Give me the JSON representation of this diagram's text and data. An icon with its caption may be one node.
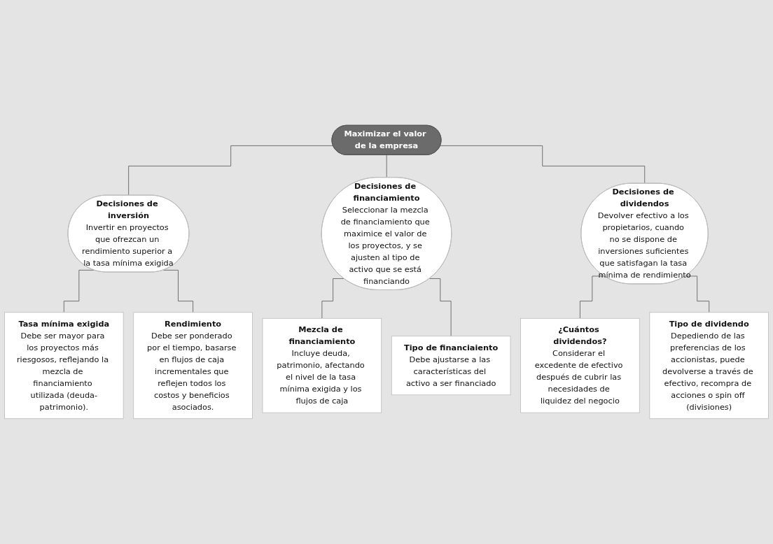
{
  "diagram": {
    "nodes": [
      {
        "text": [
          "Maximizar el valor de la empresa"
        ]
      },
      {
        "text": [
          "Decisiones de inversión",
          "Invertir en proyectos que ofrezcan un rendimiento superior a la tasa mínima exigida"
        ]
      },
      {
        "text": [
          "Decisiones de financiamiento",
          "Seleccionar la mezcla de financiamiento que maximice el valor de los proyectos, y se ajusten al tipo de activo que se está financiando"
        ]
      },
      {
        "text": [
          "Decisiones de dividendos",
          "Devolver efectivo a los propietarios, cuando no se dispone de inversiones suficientes que satisfagan la tasa mínima de rendimiento"
        ]
      },
      {
        "text": [
          "Tasa mínima exigida",
          "Debe ser mayor para los proyectos más riesgosos, reflejando la mezcla de financiamiento utilizada (deuda-patrimonio)."
        ]
      },
      {
        "text": [
          "Rendimiento",
          "Debe ser ponderado por el tiempo, basarse en flujos de caja incrementales que reflejen todos los costos y beneficios asociados."
        ]
      },
      {
        "text": [
          "Mezcla de financiamiento",
          "Incluye deuda, patrimonio, afectando el nivel de la tasa mínima exigida y los flujos de caja"
        ]
      },
      {
        "text": [
          "Tipo de financiaiento",
          "Debe ajustarse a las características del activo a ser financiado"
        ]
      },
      {
        "text": [
          "¿Cuántos dividendos?",
          "Considerar el excedente de efectivo después de cubrir las necesidades de liquidez del negocio"
        ]
      },
      {
        "text": [
          "Tipo de dividendo",
          "Depediendo de las preferencias de los accionistas, puede devolverse a través de efectivo, recompra de acciones o spin off (divisiones)"
        ]
      }
    ],
    "edges": [
      {
        "from": 0,
        "to": 1,
        "arrow": "none"
      },
      {
        "from": 0,
        "to": 2,
        "arrow": "none"
      },
      {
        "from": 0,
        "to": 3,
        "arrow": "none"
      },
      {
        "from": 1,
        "to": 4,
        "arrow": "none"
      },
      {
        "from": 1,
        "to": 5,
        "arrow": "none"
      },
      {
        "from": 2,
        "to": 6,
        "arrow": "none"
      },
      {
        "from": 2,
        "to": 7,
        "arrow": "none"
      },
      {
        "from": 3,
        "to": 8,
        "arrow": "none"
      },
      {
        "from": 3,
        "to": 9,
        "arrow": "none"
      }
    ]
  }
}
